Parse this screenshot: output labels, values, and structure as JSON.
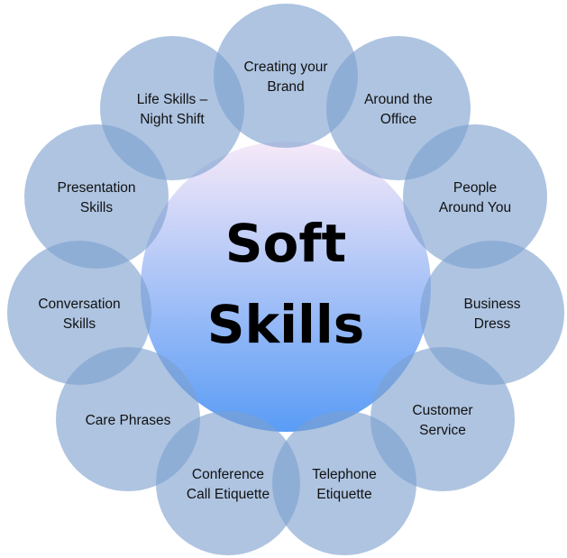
{
  "center": {
    "line1": "Soft",
    "line2": "Skills"
  },
  "topics": [
    {
      "lines": [
        "Creating your",
        "Brand"
      ]
    },
    {
      "lines": [
        "Around the",
        "Office"
      ]
    },
    {
      "lines": [
        "People",
        "Around You"
      ]
    },
    {
      "lines": [
        "Business",
        "Dress"
      ]
    },
    {
      "lines": [
        "Customer",
        "Service"
      ]
    },
    {
      "lines": [
        "Telephone",
        "Etiquette"
      ]
    },
    {
      "lines": [
        "Conference",
        "Call Etiquette"
      ]
    },
    {
      "lines": [
        "Care Phrases"
      ]
    },
    {
      "lines": [
        "Conversation",
        "Skills"
      ]
    },
    {
      "lines": [
        "Presentation",
        "Skills"
      ]
    },
    {
      "lines": [
        "Life Skills –",
        "Night Shift"
      ]
    }
  ],
  "colors": {
    "outer": "#7d9fcf",
    "center_top": "#f6e9f8",
    "center_bottom": "#5a9cf6"
  }
}
